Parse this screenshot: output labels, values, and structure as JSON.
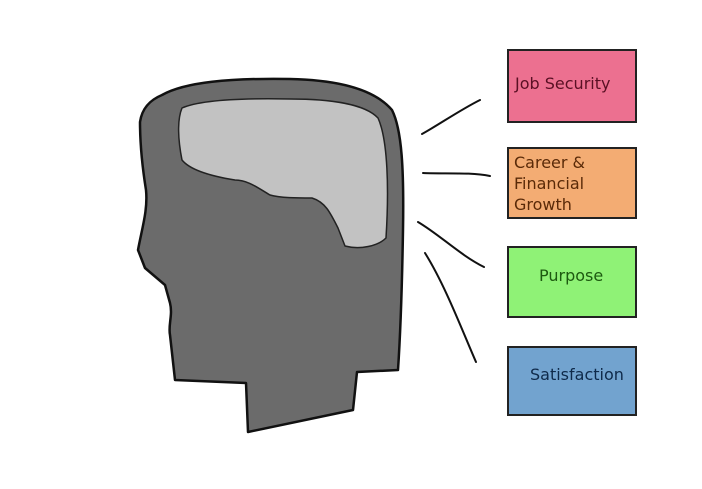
{
  "diagram": {
    "boxes": [
      {
        "id": "job-security",
        "lines": [
          "Job Security"
        ],
        "fill": "#ec7090",
        "text_color": "#5a1024"
      },
      {
        "id": "career-growth",
        "lines": [
          "Career &",
          "Financial",
          "Growth"
        ],
        "fill": "#f3ac73",
        "text_color": "#5a2a08"
      },
      {
        "id": "purpose",
        "lines": [
          "Purpose"
        ],
        "fill": "#8ff276",
        "text_color": "#1d5a10"
      },
      {
        "id": "satisfaction",
        "lines": [
          "Satisfaction"
        ],
        "fill": "#72a3cf",
        "text_color": "#0f2a4a"
      }
    ],
    "colors": {
      "head": "#6b6b6b",
      "brain": "#c2c2c2",
      "outline": "#111111"
    }
  }
}
